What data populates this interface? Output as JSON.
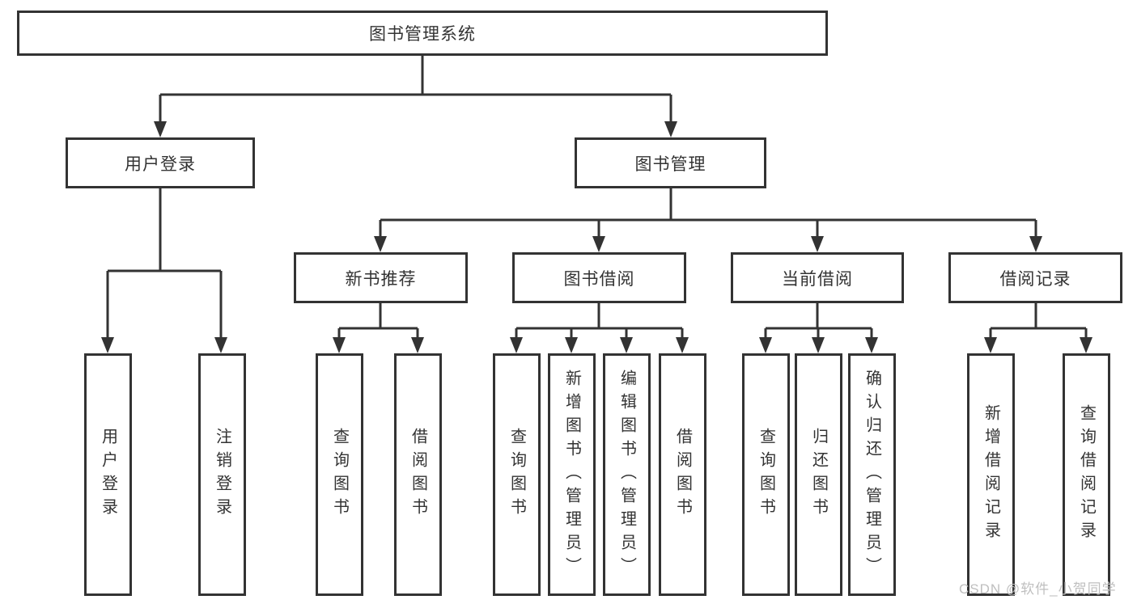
{
  "nodes": {
    "root": "图书管理系统",
    "user_login": "用户登录",
    "book_mgmt": "图书管理",
    "new_book_rec": "新书推荐",
    "book_borrow": "图书借阅",
    "current_borrow": "当前借阅",
    "borrow_record": "借阅记录",
    "leaf_user_login": "用户登录",
    "leaf_logout": "注销登录",
    "leaf_query_book_1": "查询图书",
    "leaf_borrow_book_1": "借阅图书",
    "leaf_query_book_2": "查询图书",
    "leaf_add_book": "新增图书（管理员）",
    "leaf_edit_book": "编辑图书（管理员）",
    "leaf_borrow_book_2": "借阅图书",
    "leaf_query_book_3": "查询图书",
    "leaf_return_book": "归还图书",
    "leaf_confirm_return": "确认归还（管理员）",
    "leaf_add_record": "新增借阅记录",
    "leaf_query_record": "查询借阅记录"
  },
  "watermark": "CSDN @软件_小贺同学",
  "colors": {
    "line": "#333333",
    "text": "#333333",
    "watermark": "#bfbfbf",
    "background": "#ffffff"
  }
}
